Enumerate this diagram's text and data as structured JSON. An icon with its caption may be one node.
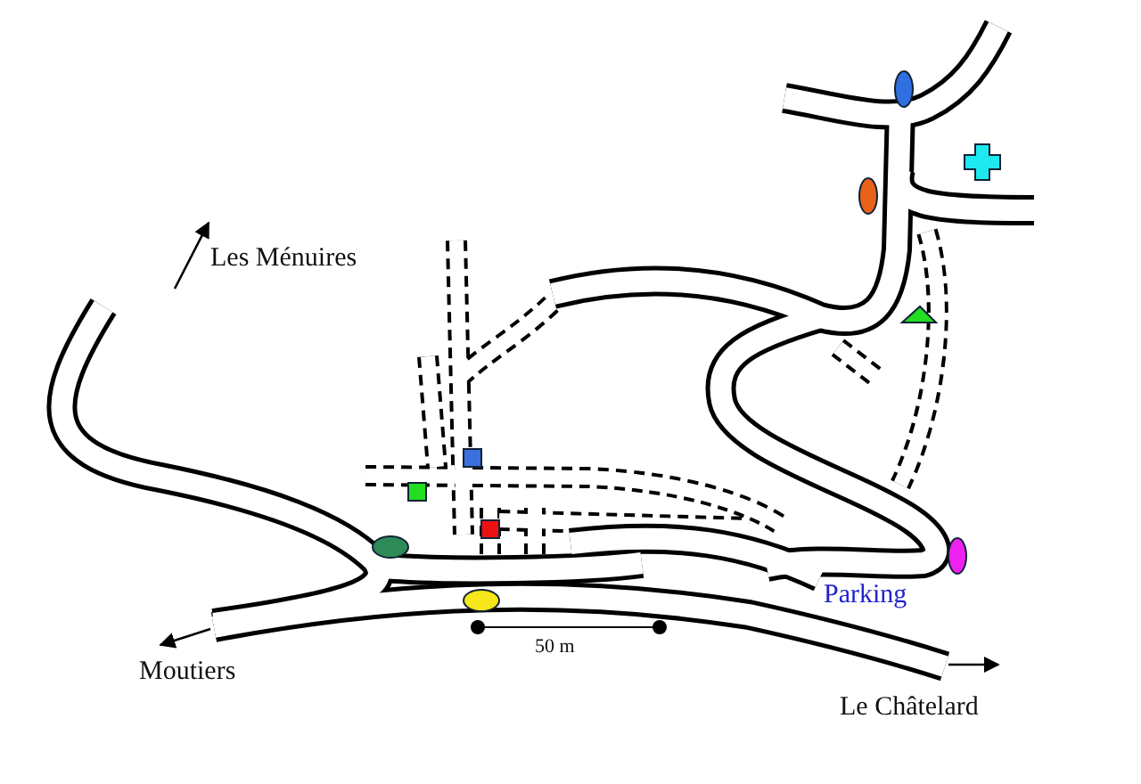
{
  "diagram": {
    "labels": [
      "Les Ménuires",
      "Parking",
      "50 m",
      "Moutiers",
      "Le Châtelard"
    ]
  }
}
